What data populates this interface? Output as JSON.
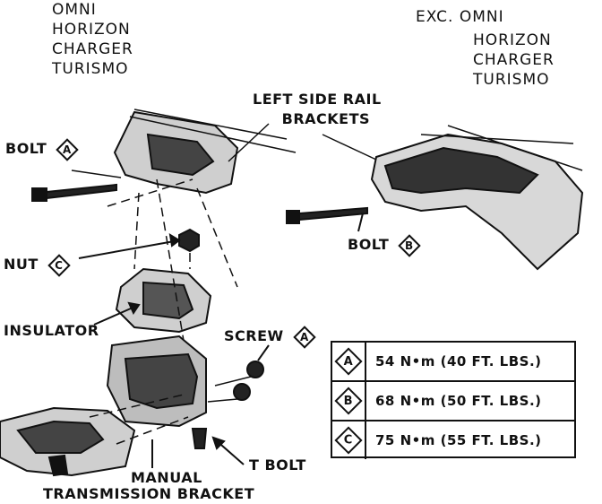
{
  "applies_group": [
    "OMNI",
    "HORIZON",
    "CHARGER",
    "TURISMO"
  ],
  "except_group": [
    "EXC. OMNI",
    "HORIZON",
    "CHARGER",
    "TURISMO"
  ],
  "callouts": {
    "rail_brackets_line1": "LEFT SIDE RAIL",
    "rail_brackets_line2": "BRACKETS",
    "bolt_a": "BOLT",
    "bolt_a_key": "A",
    "bolt_b": "BOLT",
    "bolt_b_key": "B",
    "nut": "NUT",
    "nut_key": "C",
    "insulator": "INSULATOR",
    "screw": "SCREW",
    "screw_key": "A",
    "t_bolt": "T BOLT",
    "bracket_line1": "MANUAL",
    "bracket_line2": "TRANSMISSION BRACKET"
  },
  "torque_specs": [
    {
      "key": "A",
      "value": "54 N•m (40 FT. LBS.)"
    },
    {
      "key": "B",
      "value": "68 N•m (50 FT. LBS.)"
    },
    {
      "key": "C",
      "value": "75 N•m (55 FT. LBS.)"
    }
  ]
}
